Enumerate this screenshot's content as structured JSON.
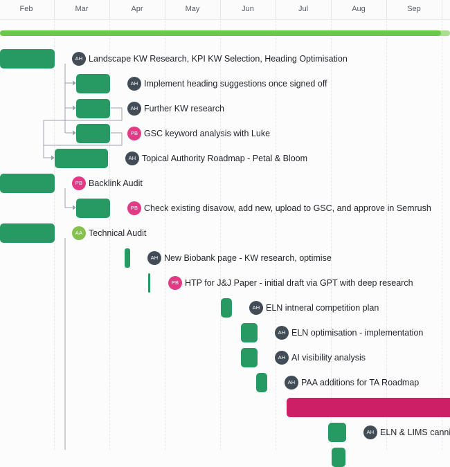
{
  "colors": {
    "bar_green": "#279a63",
    "bar_magenta": "#cc1f66",
    "avatar_ah": "#414c57",
    "avatar_pb": "#e23b85",
    "avatar_aa": "#86c14f",
    "progress": "#6cc84a"
  },
  "timeline": {
    "months": [
      "Feb",
      "Mar",
      "Apr",
      "May",
      "Jun",
      "Jul",
      "Aug",
      "Sep"
    ]
  },
  "progress": {
    "fraction": 0.98
  },
  "tasks": [
    {
      "label": "Landscape KW Research, KPI KW Selection, Heading Optimisation",
      "assignee": "AH",
      "color": "green"
    },
    {
      "label": "Implement heading suggestions once signed off",
      "assignee": "AH",
      "color": "green"
    },
    {
      "label": "Further KW research",
      "assignee": "AH",
      "color": "green"
    },
    {
      "label": "GSC keyword analysis with Luke",
      "assignee": "PB",
      "color": "green"
    },
    {
      "label": "Topical Authority Roadmap - Petal & Bloom",
      "assignee": "AH",
      "color": "green"
    },
    {
      "label": "Backlink Audit",
      "assignee": "PB",
      "color": "green"
    },
    {
      "label": "Check existing disavow, add new, upload to GSC, and approve in Semrush",
      "assignee": "PB",
      "color": "green"
    },
    {
      "label": "Technical Audit",
      "assignee": "AA",
      "color": "green"
    },
    {
      "label": "New Biobank page - KW research, optimise",
      "assignee": "AH",
      "color": "green"
    },
    {
      "label": "HTP for J&J Paper - initial draft via GPT with deep research",
      "assignee": "PB",
      "color": "green"
    },
    {
      "label": "ELN intneral competition plan",
      "assignee": "AH",
      "color": "green"
    },
    {
      "label": "ELN optimisation - implementation",
      "assignee": "AH",
      "color": "green"
    },
    {
      "label": "AI visibility analysis",
      "assignee": "AH",
      "color": "green"
    },
    {
      "label": "PAA additions for TA Roadmap",
      "assignee": "AH",
      "color": "green"
    },
    {
      "label": "",
      "assignee": "",
      "color": "magenta"
    },
    {
      "label": "ELN & LIMS canni",
      "assignee": "AH",
      "color": "green"
    },
    {
      "label": "",
      "assignee": "",
      "color": "green"
    }
  ]
}
